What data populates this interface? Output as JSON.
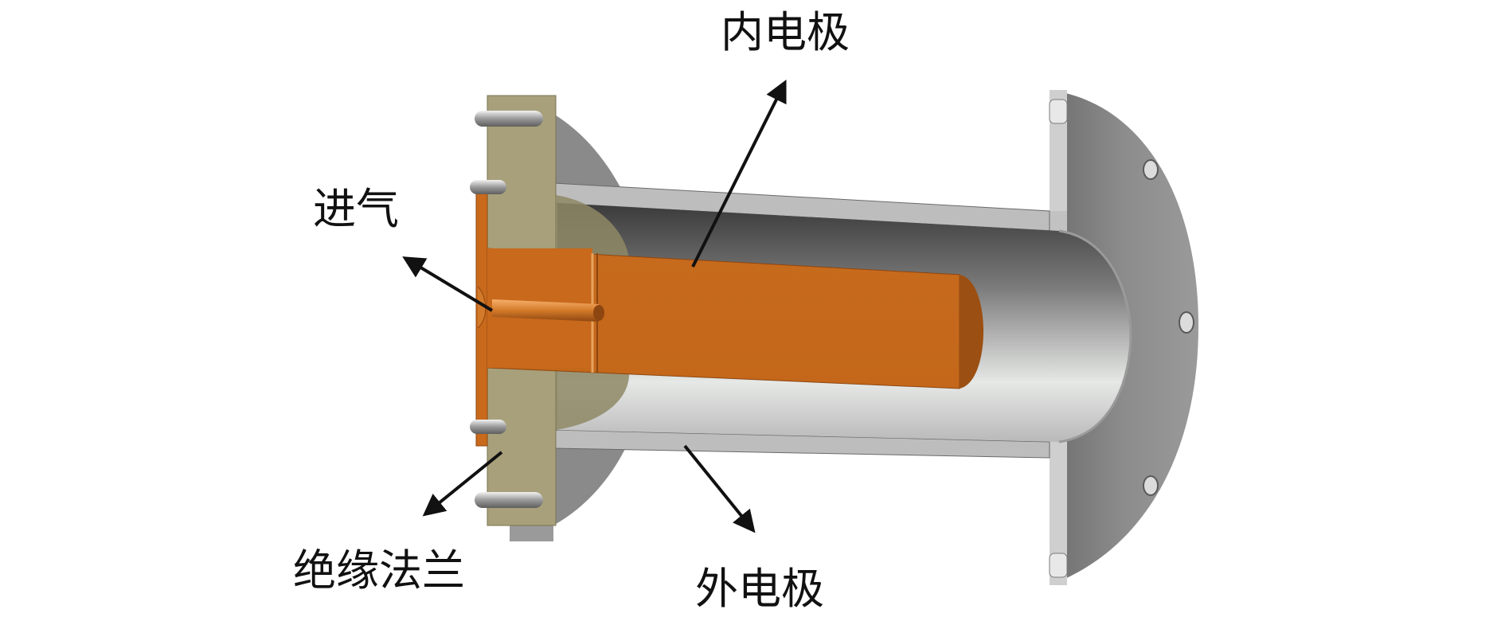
{
  "labels": {
    "inner_electrode": "内电极",
    "gas_inlet": "进气",
    "insulating_flange": "绝缘法兰",
    "outer_electrode": "外电极"
  },
  "colors": {
    "copper": "#c8691c",
    "copper_dark": "#9c4f12",
    "insulator": "#a7a07a",
    "steel_light": "#c8c8c8",
    "steel_mid": "#8f8f8f",
    "steel_dark": "#5a5a5a",
    "arrow": "#111111"
  }
}
